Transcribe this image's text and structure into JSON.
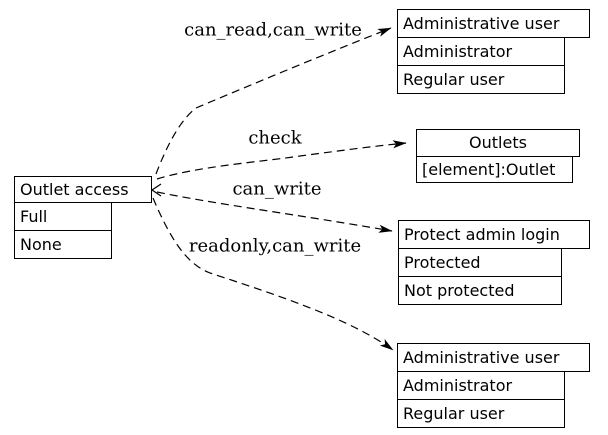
{
  "colors": {
    "background": "#ffffff",
    "line": "#000000",
    "text": "#000000",
    "node_fill": "#ffffff"
  },
  "nodes": {
    "outlet_access": {
      "title": "Outlet access",
      "rows": [
        "Full",
        "None"
      ]
    },
    "admin_user_top": {
      "title": "Administrative user",
      "rows": [
        "Administrator",
        "Regular user"
      ]
    },
    "outlets": {
      "title": "Outlets",
      "rows": [
        "[element]:Outlet"
      ]
    },
    "protect_admin_login": {
      "title": "Protect admin login",
      "rows": [
        "Protected",
        "Not protected"
      ]
    },
    "admin_user_bottom": {
      "title": "Administrative user",
      "rows": [
        "Administrator",
        "Regular user"
      ]
    }
  },
  "edges": [
    {
      "label": "can_read,can_write",
      "from": "outlet_access",
      "to": "admin_user_top",
      "style": "dashed",
      "arrowhead": "at-target"
    },
    {
      "label": "check",
      "from": "outlet_access",
      "to": "outlets",
      "style": "dashed",
      "arrowhead": "at-target"
    },
    {
      "label": "can_write",
      "from": "outlet_access",
      "to": "protect_admin_login",
      "style": "dashed",
      "arrowhead": "at-target"
    },
    {
      "label": "readonly,can_write",
      "from": "outlet_access",
      "to": "admin_user_bottom",
      "style": "dashed",
      "arrowhead": "at-target"
    }
  ],
  "source_arrowhead": {
    "note": "open vee arrowhead pointing into right edge of Outlet access node"
  }
}
